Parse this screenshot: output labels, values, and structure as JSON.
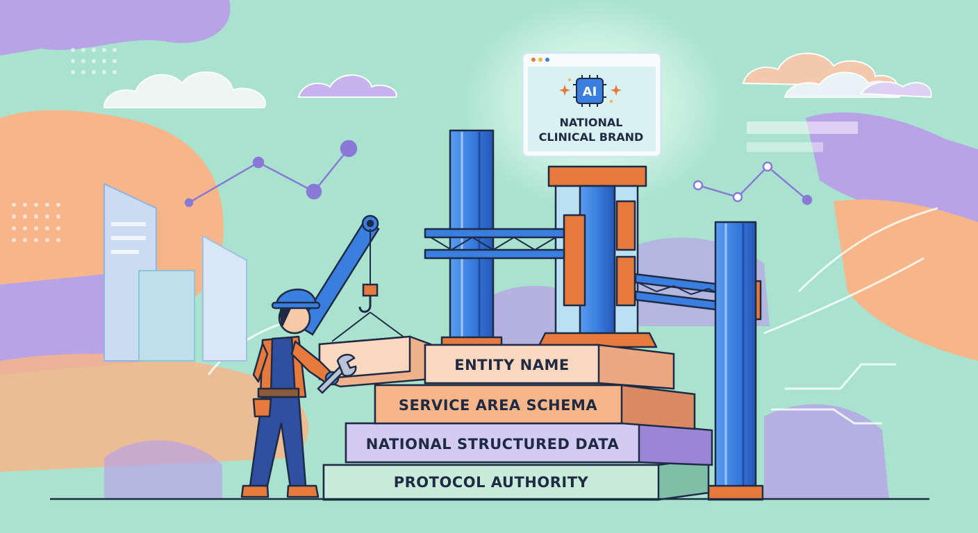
{
  "screen": {
    "chip_label": "AI",
    "title_line1": "NATIONAL",
    "title_line2": "CLINICAL BRAND"
  },
  "blocks": [
    {
      "label": "ENTITY NAME"
    },
    {
      "label": "SERVICE AREA SCHEMA"
    },
    {
      "label": "NATIONAL STRUCTURED DATA"
    },
    {
      "label": "PROTOCOL AUTHORITY"
    }
  ],
  "colors": {
    "background": "#a9e3cf",
    "peach": "#f6b68a",
    "lavender": "#b8a3e6",
    "steel_blue": "#2f6fd8",
    "orange_accent": "#e57a3c",
    "outline": "#1f2a44"
  },
  "icons": [
    "ai-chip-icon",
    "sparkle-icon",
    "hard-hat-icon",
    "wrench-icon",
    "crane-hook-icon",
    "cloud-icon"
  ]
}
